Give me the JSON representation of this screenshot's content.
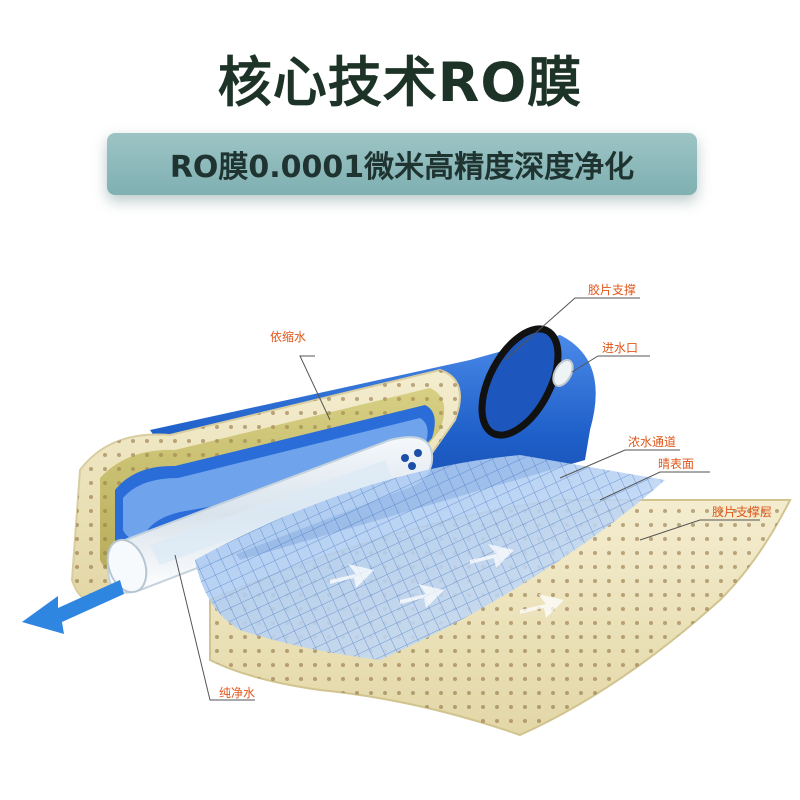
{
  "title": "核心技术RO膜",
  "subtitle": "RO膜0.0001微米高精度深度净化",
  "callouts": {
    "backing_support": "胶片支撑",
    "water_inlet": "进水口",
    "concentrate": "依缩水",
    "concentrate_channel": "浓水通道",
    "active_surface": "晴表面",
    "backing_layer": "胶片支撑层",
    "pure_water": "纯净水"
  },
  "colors": {
    "title": "#1e3328",
    "pill": "#8fbcbd",
    "callout_text": "#e0561a",
    "membrane_blue": "#1e5fc9",
    "backing_tan": "#efe6c2",
    "arrow_blue": "#2f86e0"
  }
}
